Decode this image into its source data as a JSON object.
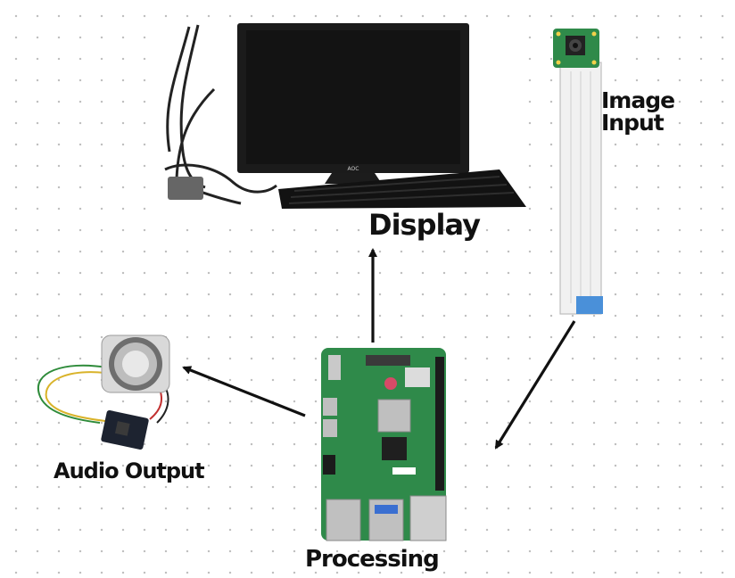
{
  "labels": {
    "display": "Display",
    "image_input_line1": "Image",
    "image_input_line2": "Input",
    "audio_output": "Audio Output",
    "processing": "Processing"
  },
  "monitor_brand": "AOC",
  "colors": {
    "arrow": "#111111",
    "board": "#2f8a4a",
    "ribbon_cable": "#f1f1f1",
    "ribbon_tip": "#4a90d9"
  },
  "icons": [
    "monitor-icon",
    "keyboard-icon",
    "camera-module-icon",
    "ribbon-cable-icon",
    "speaker-icon",
    "amplifier-board-icon",
    "raspberry-pi-board-icon"
  ]
}
